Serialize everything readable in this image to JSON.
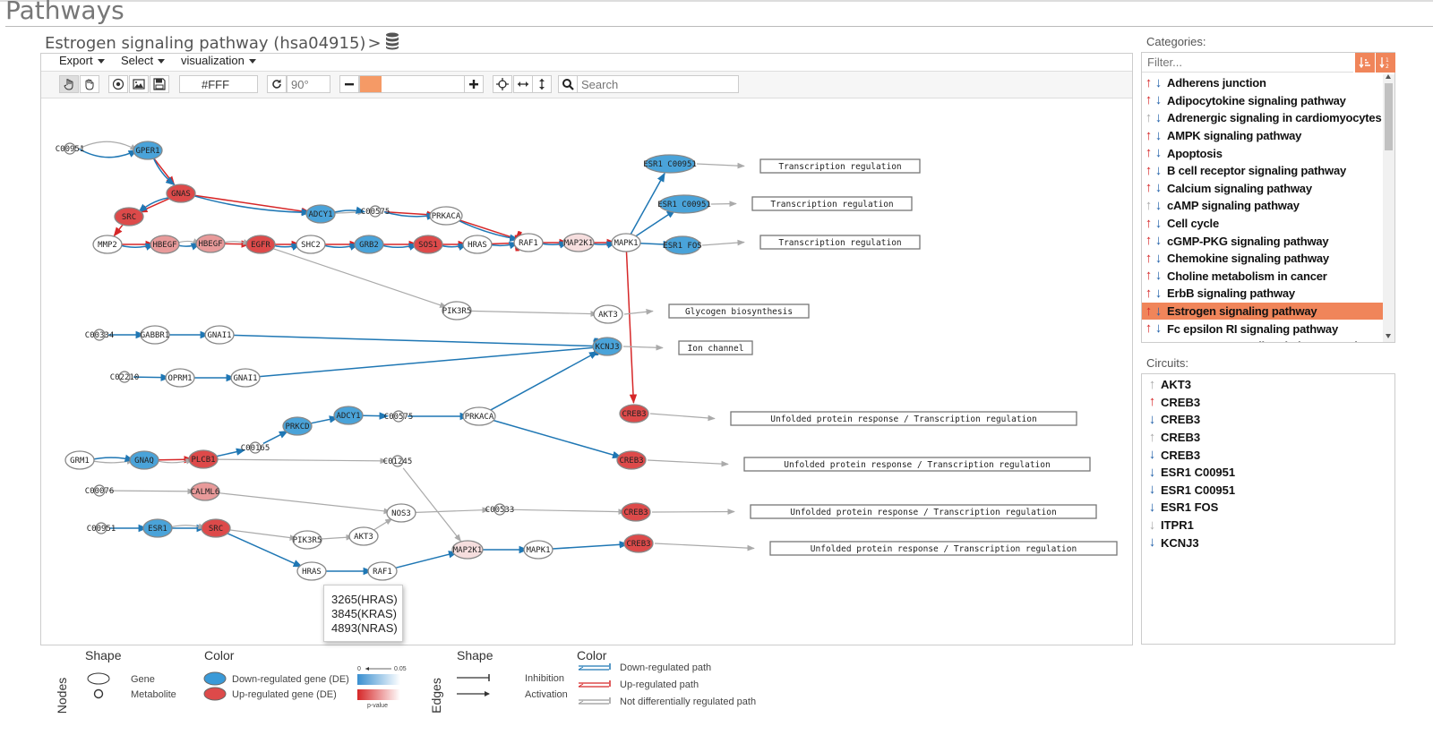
{
  "page": {
    "title": "Pathways"
  },
  "pathway": {
    "title": "Estrogen signaling pathway (hsa04915)",
    "chevron": ">",
    "db_icon": "database-icon"
  },
  "menu": {
    "export": "Export",
    "select": "Select",
    "visualization": "visualization"
  },
  "toolbar": {
    "color_value": "#FFF",
    "rotate_placeholder": "90°",
    "search_placeholder": "Search",
    "icons": [
      "pointer-icon",
      "hand-icon",
      "target-icon",
      "image-icon",
      "save-icon",
      "rotate-icon",
      "minus-icon",
      "plus-icon",
      "crosshair-icon",
      "horizontal-arrows-icon",
      "vertical-arrows-icon",
      "search-icon"
    ]
  },
  "graph": {
    "nodes": [
      {
        "id": "n1",
        "label": "C00951",
        "shape": "metabolite",
        "color": "white"
      },
      {
        "id": "n2",
        "label": "GPER1",
        "shape": "gene",
        "color": "blue"
      },
      {
        "id": "n3",
        "label": "GNAS",
        "shape": "gene",
        "color": "red"
      },
      {
        "id": "n4",
        "label": "SRC",
        "shape": "gene",
        "color": "red"
      },
      {
        "id": "n5",
        "label": "MMP2",
        "shape": "gene",
        "color": "white"
      },
      {
        "id": "n6",
        "label": "HBEGF",
        "shape": "gene",
        "color": "lightred"
      },
      {
        "id": "n7",
        "label": "HBEGF",
        "shape": "gene",
        "color": "lightred"
      },
      {
        "id": "n8",
        "label": "EGFR",
        "shape": "gene",
        "color": "red"
      },
      {
        "id": "n9",
        "label": "SHC2",
        "shape": "gene",
        "color": "white"
      },
      {
        "id": "n10",
        "label": "GRB2",
        "shape": "gene",
        "color": "blue"
      },
      {
        "id": "n11",
        "label": "SOS1",
        "shape": "gene",
        "color": "red"
      },
      {
        "id": "n12",
        "label": "HRAS",
        "shape": "gene",
        "color": "white"
      },
      {
        "id": "n13",
        "label": "RAF1",
        "shape": "gene",
        "color": "white"
      },
      {
        "id": "n14",
        "label": "MAP2K1",
        "shape": "gene",
        "color": "palered"
      },
      {
        "id": "n15",
        "label": "MAPK1",
        "shape": "gene",
        "color": "white"
      },
      {
        "id": "n16",
        "label": "ADCY1",
        "shape": "gene",
        "color": "blue"
      },
      {
        "id": "n17",
        "label": "C00575",
        "shape": "metabolite",
        "color": "white"
      },
      {
        "id": "n18",
        "label": "PRKACA",
        "shape": "gene",
        "color": "white"
      },
      {
        "id": "n19",
        "label": "ESR1 C00951",
        "shape": "gene",
        "color": "blue"
      },
      {
        "id": "n20",
        "label": "ESR1 C00951",
        "shape": "gene",
        "color": "blue"
      },
      {
        "id": "n21",
        "label": "ESR1 FOS",
        "shape": "gene",
        "color": "blue"
      },
      {
        "id": "n22",
        "label": "PIK3R5",
        "shape": "gene",
        "color": "white"
      },
      {
        "id": "n23",
        "label": "AKT3",
        "shape": "gene",
        "color": "white"
      },
      {
        "id": "n24",
        "label": "C00334",
        "shape": "metabolite",
        "color": "white"
      },
      {
        "id": "n25",
        "label": "GABBR1",
        "shape": "gene",
        "color": "white"
      },
      {
        "id": "n26",
        "label": "GNAI1",
        "shape": "gene",
        "color": "white"
      },
      {
        "id": "n27",
        "label": "KCNJ3",
        "shape": "gene",
        "color": "blue"
      },
      {
        "id": "n28",
        "label": "C02210",
        "shape": "metabolite",
        "color": "white"
      },
      {
        "id": "n29",
        "label": "OPRM1",
        "shape": "gene",
        "color": "white"
      },
      {
        "id": "n30",
        "label": "GNAI1",
        "shape": "gene",
        "color": "white"
      },
      {
        "id": "n31",
        "label": "CREB3",
        "shape": "gene",
        "color": "red"
      },
      {
        "id": "n32",
        "label": "PRKCD",
        "shape": "gene",
        "color": "blue"
      },
      {
        "id": "n33",
        "label": "ADCY1",
        "shape": "gene",
        "color": "blue"
      },
      {
        "id": "n34",
        "label": "C00575",
        "shape": "metabolite",
        "color": "white"
      },
      {
        "id": "n35",
        "label": "PRKACA",
        "shape": "gene",
        "color": "white"
      },
      {
        "id": "n36",
        "label": "GRM1",
        "shape": "gene",
        "color": "white"
      },
      {
        "id": "n37",
        "label": "GNAQ",
        "shape": "gene",
        "color": "blue"
      },
      {
        "id": "n38",
        "label": "PLCB1",
        "shape": "gene",
        "color": "red"
      },
      {
        "id": "n39",
        "label": "C00165",
        "shape": "metabolite",
        "color": "white"
      },
      {
        "id": "n40",
        "label": "C01245",
        "shape": "metabolite",
        "color": "white"
      },
      {
        "id": "n41",
        "label": "CREB3",
        "shape": "gene",
        "color": "red"
      },
      {
        "id": "n42",
        "label": "C00076",
        "shape": "metabolite",
        "color": "white"
      },
      {
        "id": "n43",
        "label": "CALML6",
        "shape": "gene",
        "color": "lightred"
      },
      {
        "id": "n44",
        "label": "NOS3",
        "shape": "gene",
        "color": "white"
      },
      {
        "id": "n45",
        "label": "C00533",
        "shape": "metabolite",
        "color": "white"
      },
      {
        "id": "n46",
        "label": "CREB3",
        "shape": "gene",
        "color": "red"
      },
      {
        "id": "n47",
        "label": "C00951",
        "shape": "metabolite",
        "color": "white"
      },
      {
        "id": "n48",
        "label": "ESR1",
        "shape": "gene",
        "color": "blue"
      },
      {
        "id": "n49",
        "label": "SRC",
        "shape": "gene",
        "color": "red"
      },
      {
        "id": "n50",
        "label": "PIK3R5",
        "shape": "gene",
        "color": "white"
      },
      {
        "id": "n51",
        "label": "AKT3",
        "shape": "gene",
        "color": "white"
      },
      {
        "id": "n52",
        "label": "HRAS",
        "shape": "gene",
        "color": "white"
      },
      {
        "id": "n53",
        "label": "RAF1",
        "shape": "gene",
        "color": "white"
      },
      {
        "id": "n54",
        "label": "MAP2K1",
        "shape": "gene",
        "color": "palered"
      },
      {
        "id": "n55",
        "label": "MAPK1",
        "shape": "gene",
        "color": "white"
      },
      {
        "id": "n56",
        "label": "CREB3",
        "shape": "gene",
        "color": "red"
      }
    ],
    "functions": [
      "Transcription regulation",
      "Transcription regulation",
      "Transcription regulation",
      "Glycogen biosynthesis",
      "Ion channel",
      "Unfolded protein response / Transcription regulation",
      "Unfolded protein response / Transcription regulation",
      "Unfolded protein response / Transcription regulation",
      "Unfolded protein response / Transcription regulation"
    ]
  },
  "tooltip": {
    "lines": [
      "3265(HRAS)",
      "3845(KRAS)",
      "4893(NRAS)"
    ]
  },
  "legend": {
    "nodes_label": "Nodes",
    "edges_label": "Edges",
    "shape_head": "Shape",
    "color_head": "Color",
    "gene": "Gene",
    "metabolite": "Metabolite",
    "down_gene": "Down-regulated gene (DE)",
    "up_gene": "Up-regulated gene (DE)",
    "scale_min": "0",
    "scale_max": "0.05",
    "pvalue": "p-value",
    "edge_shape_head": "Shape",
    "edge_color_head": "Color",
    "inhibition": "Inhibition",
    "activation": "Activation",
    "down_path": "Down-regulated path",
    "up_path": "Up-regulated path",
    "not_de_path": "Not differentially regulated path"
  },
  "sidebar": {
    "categories_label": "Categories:",
    "filter_placeholder": "Filter...",
    "sort_icons": [
      "sort-numeric-asc-icon",
      "sort-numeric-desc-icon"
    ],
    "categories": [
      {
        "label": "Adherens junction",
        "up": "red",
        "down": "blue",
        "selected": false
      },
      {
        "label": "Adipocytokine signaling pathway",
        "up": "red",
        "down": "blue",
        "selected": false
      },
      {
        "label": "Adrenergic signaling in cardiomyocytes",
        "up": "gray",
        "down": "blue",
        "selected": false
      },
      {
        "label": "AMPK signaling pathway",
        "up": "red",
        "down": "blue",
        "selected": false
      },
      {
        "label": "Apoptosis",
        "up": "red",
        "down": "blue",
        "selected": false
      },
      {
        "label": "B cell receptor signaling pathway",
        "up": "red",
        "down": "blue",
        "selected": false
      },
      {
        "label": "Calcium signaling pathway",
        "up": "red",
        "down": "blue",
        "selected": false
      },
      {
        "label": "cAMP signaling pathway",
        "up": "gray",
        "down": "blue",
        "selected": false
      },
      {
        "label": "Cell cycle",
        "up": "red",
        "down": "blue",
        "selected": false
      },
      {
        "label": "cGMP-PKG signaling pathway",
        "up": "red",
        "down": "blue",
        "selected": false
      },
      {
        "label": "Chemokine signaling pathway",
        "up": "red",
        "down": "blue",
        "selected": false
      },
      {
        "label": "Choline metabolism in cancer",
        "up": "red",
        "down": "blue",
        "selected": false
      },
      {
        "label": "ErbB signaling pathway",
        "up": "red",
        "down": "blue",
        "selected": false
      },
      {
        "label": "Estrogen signaling pathway",
        "up": "red",
        "down": "blue",
        "selected": true
      },
      {
        "label": "Fc epsilon RI signaling pathway",
        "up": "red",
        "down": "blue",
        "selected": false
      },
      {
        "label": "Fc gamma R-mediated phagocytosis",
        "up": "red",
        "down": "blue",
        "selected": false
      }
    ],
    "circuits_label": "Circuits:",
    "circuits": [
      {
        "label": "AKT3",
        "arrow": "up",
        "color": "gray"
      },
      {
        "label": "CREB3",
        "arrow": "up",
        "color": "red"
      },
      {
        "label": "CREB3",
        "arrow": "down",
        "color": "blue"
      },
      {
        "label": "CREB3",
        "arrow": "up",
        "color": "gray"
      },
      {
        "label": "CREB3",
        "arrow": "down",
        "color": "blue"
      },
      {
        "label": "ESR1 C00951",
        "arrow": "down",
        "color": "blue"
      },
      {
        "label": "ESR1 C00951",
        "arrow": "down",
        "color": "blue"
      },
      {
        "label": "ESR1 FOS",
        "arrow": "down",
        "color": "blue"
      },
      {
        "label": "ITPR1",
        "arrow": "down",
        "color": "gray"
      },
      {
        "label": "KCNJ3",
        "arrow": "down",
        "color": "blue"
      }
    ]
  },
  "colors": {
    "accent": "#f0855a",
    "down": "#1f77b4",
    "up": "#d62728",
    "gene_blue": "#4aa3d9",
    "gene_red": "#dd4a4a",
    "gene_lightred": "#e89a9a",
    "gene_palered": "#f6dede",
    "neutral": "#999999"
  }
}
